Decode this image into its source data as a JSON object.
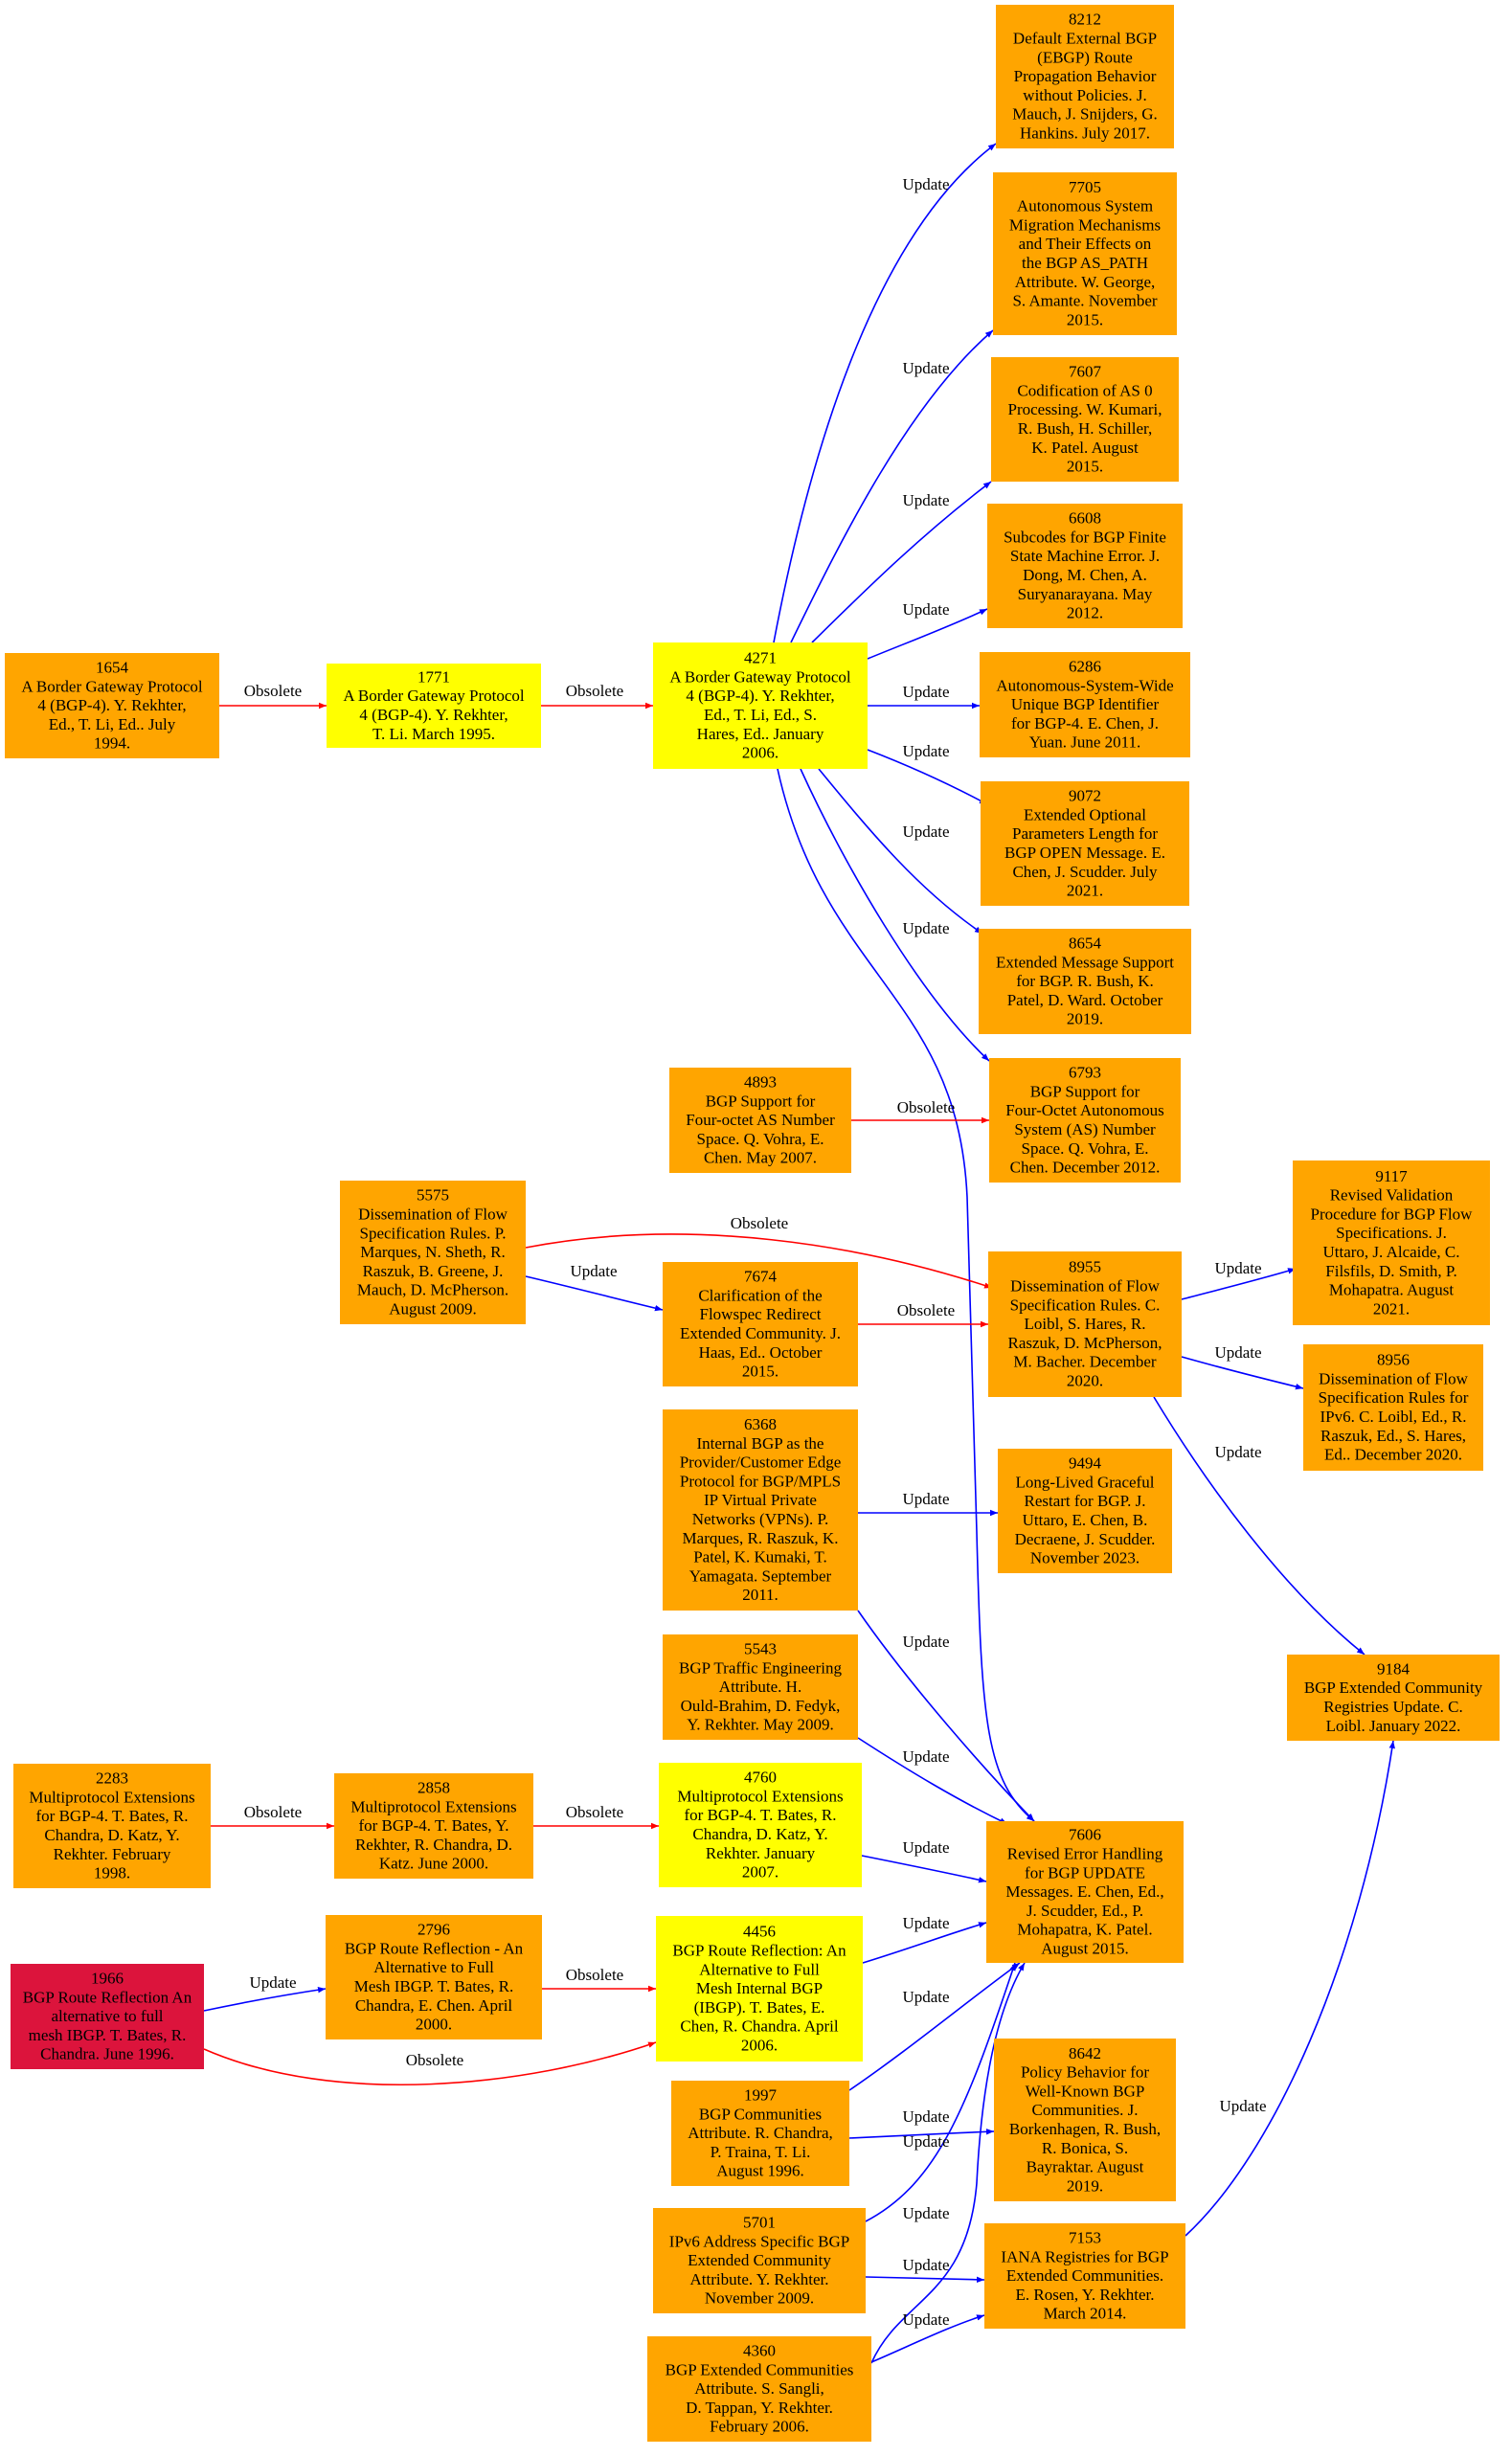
{
  "colors": {
    "orange": "#ffa500",
    "yellow": "#ffff00",
    "crimson": "#dc143c",
    "blue": "#0000ff",
    "red": "#ff0000",
    "text": "#000000"
  },
  "nodes": [
    {
      "id": "1654",
      "color": "orange",
      "lines": [
        "1654",
        "A Border Gateway Protocol",
        "4 (BGP-4). Y. Rekhter,",
        "Ed., T. Li, Ed.. July",
        "1994."
      ]
    },
    {
      "id": "1771",
      "color": "yellow",
      "lines": [
        "1771",
        "A Border Gateway Protocol",
        "4 (BGP-4). Y. Rekhter,",
        "T. Li. March 1995."
      ]
    },
    {
      "id": "4271",
      "color": "yellow",
      "lines": [
        "4271",
        "A Border Gateway Protocol",
        "4 (BGP-4). Y. Rekhter,",
        "Ed., T. Li, Ed., S.",
        "Hares, Ed.. January",
        "2006."
      ]
    },
    {
      "id": "8212",
      "color": "orange",
      "lines": [
        "8212",
        "Default External BGP",
        "(EBGP) Route",
        "Propagation Behavior",
        "without Policies. J.",
        "Mauch, J. Snijders, G.",
        "Hankins. July 2017."
      ]
    },
    {
      "id": "7705",
      "color": "orange",
      "lines": [
        "7705",
        "Autonomous System",
        "Migration Mechanisms",
        "and Their Effects on",
        "the BGP AS_PATH",
        "Attribute. W. George,",
        "S. Amante. November",
        "2015."
      ]
    },
    {
      "id": "7607",
      "color": "orange",
      "lines": [
        "7607",
        "Codification of AS 0",
        "Processing. W. Kumari,",
        "R. Bush, H. Schiller,",
        "K. Patel. August",
        "2015."
      ]
    },
    {
      "id": "6608",
      "color": "orange",
      "lines": [
        "6608",
        "Subcodes for BGP Finite",
        "State Machine Error. J.",
        "Dong, M. Chen, A.",
        "Suryanarayana. May",
        "2012."
      ]
    },
    {
      "id": "6286",
      "color": "orange",
      "lines": [
        "6286",
        "Autonomous-System-Wide",
        "Unique BGP Identifier",
        "for BGP-4. E. Chen, J.",
        "Yuan. June 2011."
      ]
    },
    {
      "id": "9072",
      "color": "orange",
      "lines": [
        "9072",
        "Extended Optional",
        "Parameters Length for",
        "BGP OPEN Message. E.",
        "Chen, J. Scudder. July",
        "2021."
      ]
    },
    {
      "id": "8654",
      "color": "orange",
      "lines": [
        "8654",
        "Extended Message Support",
        "for BGP. R. Bush, K.",
        "Patel, D. Ward. October",
        "2019."
      ]
    },
    {
      "id": "6793",
      "color": "orange",
      "lines": [
        "6793",
        "BGP Support for",
        "Four-Octet Autonomous",
        "System (AS) Number",
        "Space. Q. Vohra, E.",
        "Chen. December 2012."
      ]
    },
    {
      "id": "4893",
      "color": "orange",
      "lines": [
        "4893",
        "BGP Support for",
        "Four-octet AS Number",
        "Space. Q. Vohra, E.",
        "Chen. May 2007."
      ]
    },
    {
      "id": "5575",
      "color": "orange",
      "lines": [
        "5575",
        "Dissemination of Flow",
        "Specification Rules. P.",
        "Marques, N. Sheth, R.",
        "Raszuk, B. Greene, J.",
        "Mauch, D. McPherson.",
        "August 2009."
      ]
    },
    {
      "id": "7674",
      "color": "orange",
      "lines": [
        "7674",
        "Clarification of the",
        "Flowspec Redirect",
        "Extended Community. J.",
        "Haas, Ed.. October",
        "2015."
      ]
    },
    {
      "id": "8955",
      "color": "orange",
      "lines": [
        "8955",
        "Dissemination of Flow",
        "Specification Rules. C.",
        "Loibl, S. Hares, R.",
        "Raszuk, D. McPherson,",
        "M. Bacher. December",
        "2020."
      ]
    },
    {
      "id": "9117",
      "color": "orange",
      "lines": [
        "9117",
        "Revised Validation",
        "Procedure for BGP Flow",
        "Specifications. J.",
        "Uttaro, J. Alcaide, C.",
        "Filsfils, D. Smith, P.",
        "Mohapatra. August",
        "2021."
      ]
    },
    {
      "id": "8956",
      "color": "orange",
      "lines": [
        "8956",
        "Dissemination of Flow",
        "Specification Rules for",
        "IPv6. C. Loibl, Ed., R.",
        "Raszuk, Ed., S. Hares,",
        "Ed.. December 2020."
      ]
    },
    {
      "id": "6368",
      "color": "orange",
      "lines": [
        "6368",
        "Internal BGP as the",
        "Provider/Customer Edge",
        "Protocol for BGP/MPLS",
        "IP Virtual Private",
        "Networks (VPNs). P.",
        "Marques, R. Raszuk, K.",
        "Patel, K. Kumaki, T.",
        "Yamagata. September",
        "2011."
      ]
    },
    {
      "id": "9494",
      "color": "orange",
      "lines": [
        "9494",
        "Long-Lived Graceful",
        "Restart for BGP. J.",
        "Uttaro, E. Chen, B.",
        "Decraene, J. Scudder.",
        "November 2023."
      ]
    },
    {
      "id": "9184",
      "color": "orange",
      "lines": [
        "9184",
        "BGP Extended Community",
        "Registries Update. C.",
        "Loibl. January 2022."
      ]
    },
    {
      "id": "5543",
      "color": "orange",
      "lines": [
        "5543",
        "BGP Traffic Engineering",
        "Attribute. H.",
        "Ould-Brahim, D. Fedyk,",
        "Y. Rekhter. May 2009."
      ]
    },
    {
      "id": "2283",
      "color": "orange",
      "lines": [
        "2283",
        "Multiprotocol Extensions",
        "for BGP-4. T. Bates, R.",
        "Chandra, D. Katz, Y.",
        "Rekhter. February",
        "1998."
      ]
    },
    {
      "id": "2858",
      "color": "orange",
      "lines": [
        "2858",
        "Multiprotocol Extensions",
        "for BGP-4. T. Bates, Y.",
        "Rekhter, R. Chandra, D.",
        "Katz. June 2000."
      ]
    },
    {
      "id": "4760",
      "color": "yellow",
      "lines": [
        "4760",
        "Multiprotocol Extensions",
        "for BGP-4. T. Bates, R.",
        "Chandra, D. Katz, Y.",
        "Rekhter. January",
        "2007."
      ]
    },
    {
      "id": "7606",
      "color": "orange",
      "lines": [
        "7606",
        "Revised Error Handling",
        "for BGP UPDATE",
        "Messages. E. Chen, Ed.,",
        "J. Scudder, Ed., P.",
        "Mohapatra, K. Patel.",
        "August 2015."
      ]
    },
    {
      "id": "1966",
      "color": "crimson",
      "lines": [
        "1966",
        "BGP Route Reflection An",
        "alternative to full",
        "mesh IBGP. T. Bates, R.",
        "Chandra. June 1996."
      ]
    },
    {
      "id": "2796",
      "color": "orange",
      "lines": [
        "2796",
        "BGP Route Reflection - An",
        "Alternative to Full",
        "Mesh IBGP. T. Bates, R.",
        "Chandra, E. Chen. April",
        "2000."
      ]
    },
    {
      "id": "4456",
      "color": "yellow",
      "lines": [
        "4456",
        "BGP Route Reflection: An",
        "Alternative to Full",
        "Mesh Internal BGP",
        "(IBGP). T. Bates, E.",
        "Chen, R. Chandra. April",
        "2006."
      ]
    },
    {
      "id": "1997",
      "color": "orange",
      "lines": [
        "1997",
        "BGP Communities",
        "Attribute. R. Chandra,",
        "P. Traina, T. Li.",
        "August 1996."
      ]
    },
    {
      "id": "8642",
      "color": "orange",
      "lines": [
        "8642",
        "Policy Behavior for",
        "Well-Known BGP",
        "Communities. J.",
        "Borkenhagen, R. Bush,",
        "R. Bonica, S.",
        "Bayraktar. August",
        "2019."
      ]
    },
    {
      "id": "5701",
      "color": "orange",
      "lines": [
        "5701",
        "IPv6 Address Specific BGP",
        "Extended Community",
        "Attribute. Y. Rekhter.",
        "November 2009."
      ]
    },
    {
      "id": "7153",
      "color": "orange",
      "lines": [
        "7153",
        "IANA Registries for BGP",
        "Extended Communities.",
        "E. Rosen, Y. Rekhter.",
        "March 2014."
      ]
    },
    {
      "id": "4360",
      "color": "orange",
      "lines": [
        "4360",
        "BGP Extended Communities",
        "Attribute. S. Sangli,",
        "D. Tappan, Y. Rekhter.",
        "February 2006."
      ]
    }
  ],
  "edges": [
    {
      "from": "1654",
      "to": "1771",
      "label": "Obsolete",
      "kind": "red"
    },
    {
      "from": "1771",
      "to": "4271",
      "label": "Obsolete",
      "kind": "red"
    },
    {
      "from": "4271",
      "to": "8212",
      "label": "Update",
      "kind": "blue"
    },
    {
      "from": "4271",
      "to": "7705",
      "label": "Update",
      "kind": "blue"
    },
    {
      "from": "4271",
      "to": "7607",
      "label": "Update",
      "kind": "blue"
    },
    {
      "from": "4271",
      "to": "6608",
      "label": "Update",
      "kind": "blue"
    },
    {
      "from": "4271",
      "to": "6286",
      "label": "Update",
      "kind": "blue"
    },
    {
      "from": "4271",
      "to": "9072",
      "label": "Update",
      "kind": "blue"
    },
    {
      "from": "4271",
      "to": "8654",
      "label": "Update",
      "kind": "blue"
    },
    {
      "from": "4271",
      "to": "6793",
      "label": "Update",
      "kind": "blue"
    },
    {
      "from": "4271",
      "to": "7606",
      "label": "",
      "kind": "blue"
    },
    {
      "from": "4893",
      "to": "6793",
      "label": "Obsolete",
      "kind": "red"
    },
    {
      "from": "5575",
      "to": "8955",
      "label": "Obsolete",
      "kind": "red"
    },
    {
      "from": "5575",
      "to": "7674",
      "label": "Update",
      "kind": "blue"
    },
    {
      "from": "7674",
      "to": "8955",
      "label": "Obsolete",
      "kind": "red"
    },
    {
      "from": "8955",
      "to": "9117",
      "label": "Update",
      "kind": "blue"
    },
    {
      "from": "8955",
      "to": "8956",
      "label": "Update",
      "kind": "blue"
    },
    {
      "from": "8955",
      "to": "9184",
      "label": "Update",
      "kind": "blue"
    },
    {
      "from": "6368",
      "to": "9494",
      "label": "Update",
      "kind": "blue"
    },
    {
      "from": "6368",
      "to": "7606",
      "label": "Update",
      "kind": "blue"
    },
    {
      "from": "5543",
      "to": "7606",
      "label": "Update",
      "kind": "blue"
    },
    {
      "from": "2283",
      "to": "2858",
      "label": "Obsolete",
      "kind": "red"
    },
    {
      "from": "2858",
      "to": "4760",
      "label": "Obsolete",
      "kind": "red"
    },
    {
      "from": "4760",
      "to": "7606",
      "label": "Update",
      "kind": "blue"
    },
    {
      "from": "4456",
      "to": "7606",
      "label": "Update",
      "kind": "blue"
    },
    {
      "from": "1966",
      "to": "2796",
      "label": "Update",
      "kind": "blue"
    },
    {
      "from": "1966",
      "to": "4456",
      "label": "Obsolete",
      "kind": "red"
    },
    {
      "from": "2796",
      "to": "4456",
      "label": "Obsolete",
      "kind": "red"
    },
    {
      "from": "1997",
      "to": "7606",
      "label": "Update",
      "kind": "blue"
    },
    {
      "from": "1997",
      "to": "8642",
      "label": "Update",
      "kind": "blue"
    },
    {
      "from": "5701",
      "to": "7606",
      "label": "Update",
      "kind": "blue"
    },
    {
      "from": "5701",
      "to": "7153",
      "label": "Update",
      "kind": "blue"
    },
    {
      "from": "4360",
      "to": "7606",
      "label": "Update",
      "kind": "blue"
    },
    {
      "from": "4360",
      "to": "7153",
      "label": "Update",
      "kind": "blue"
    },
    {
      "from": "7153",
      "to": "9184",
      "label": "Update",
      "kind": "blue"
    }
  ]
}
